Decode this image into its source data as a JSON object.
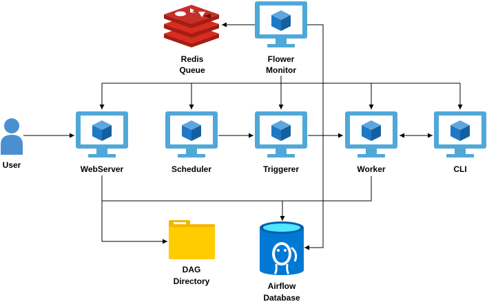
{
  "nodes": {
    "redis": {
      "label_line1": "Redis",
      "label_line2": "Queue",
      "icon": "redis-logo-icon"
    },
    "flower": {
      "label_line1": "Flower",
      "label_line2": "Monitor",
      "icon": "monitor-cube-icon"
    },
    "user": {
      "label": "User",
      "icon": "user-icon"
    },
    "webserver": {
      "label": "WebServer",
      "icon": "monitor-cube-icon"
    },
    "scheduler": {
      "label": "Scheduler",
      "icon": "monitor-cube-icon"
    },
    "triggerer": {
      "label": "Triggerer",
      "icon": "monitor-cube-icon"
    },
    "worker": {
      "label": "Worker",
      "icon": "monitor-cube-icon"
    },
    "cli": {
      "label": "CLI",
      "icon": "monitor-cube-icon"
    },
    "dag": {
      "label_line1": "DAG",
      "label_line2": "Directory",
      "icon": "folder-icon"
    },
    "db": {
      "label_line1": "Airflow",
      "label_line2": "Database",
      "icon": "postgres-database-icon"
    }
  },
  "colors": {
    "monitor": "#4FA8D8",
    "cube": "#1E78C4",
    "redis": "#C6302B",
    "folder": "#FFCC00",
    "database": "#0078D4",
    "user": "#4A90D0"
  }
}
